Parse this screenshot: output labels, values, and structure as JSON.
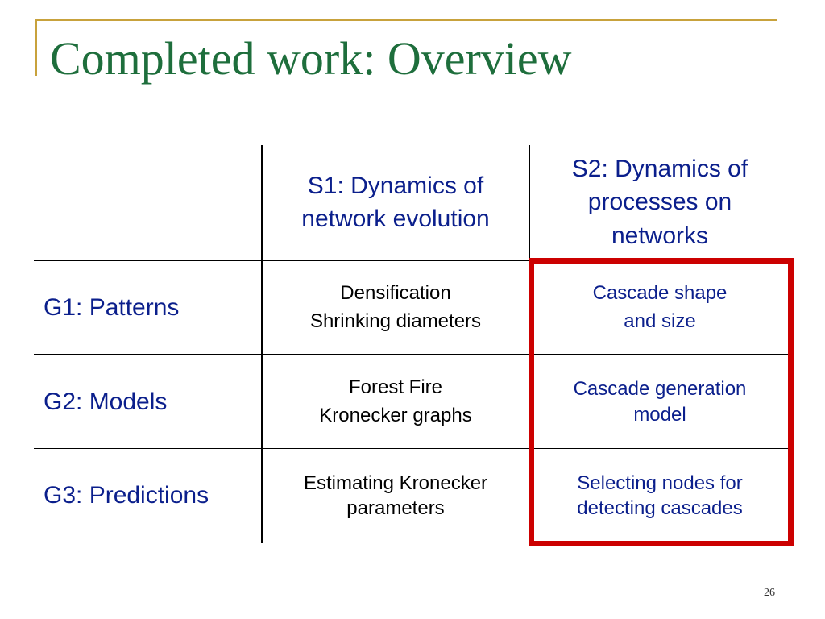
{
  "slide": {
    "title": "Completed work: Overview",
    "page_number": "26"
  },
  "table": {
    "columns": [
      {
        "lines": [
          "S1: Dynamics of",
          "network evolution"
        ]
      },
      {
        "lines": [
          "S2: Dynamics of",
          "processes on",
          "networks"
        ]
      }
    ],
    "rows": [
      {
        "label": "G1: Patterns",
        "s1": [
          "Densification",
          "Shrinking diameters"
        ],
        "s2": [
          "Cascade shape",
          "and size"
        ]
      },
      {
        "label": "G2: Models",
        "s1": [
          "Forest Fire",
          "Kronecker graphs"
        ],
        "s2": [
          "Cascade generation",
          "model"
        ]
      },
      {
        "label": "G3: Predictions",
        "s1": [
          "Estimating Kronecker",
          "parameters"
        ],
        "s2": [
          "Selecting nodes for",
          "detecting cascades"
        ]
      }
    ],
    "highlight_color": "#cc0000",
    "header_color": "#0b1f8c",
    "title_color": "#1e6e3c"
  }
}
